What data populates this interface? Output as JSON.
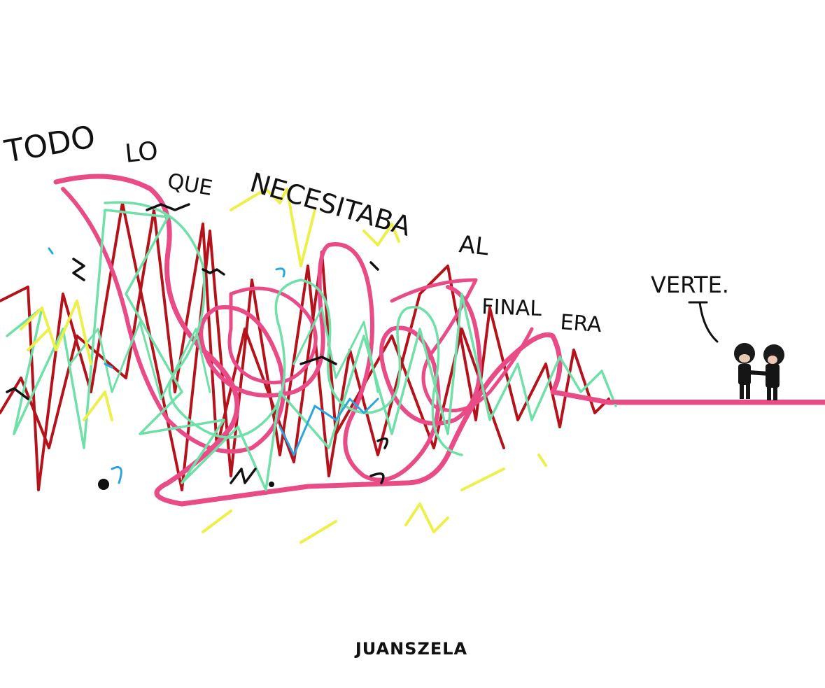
{
  "caption": {
    "words": [
      "TODO",
      "LO",
      "QUE",
      "NECESITABA",
      "AL",
      "FINAL",
      "ERA"
    ],
    "ending": "VERTE."
  },
  "signature": "JUANSZELA",
  "colors": {
    "background": "#ffffff",
    "red": "#b5121b",
    "pink": "#e94b86",
    "mint": "#6ee0a8",
    "yellow": "#eef04a",
    "blue": "#2aa6dd",
    "ink": "#111111"
  },
  "figures": {
    "icon": "embracing-couple-icon"
  }
}
